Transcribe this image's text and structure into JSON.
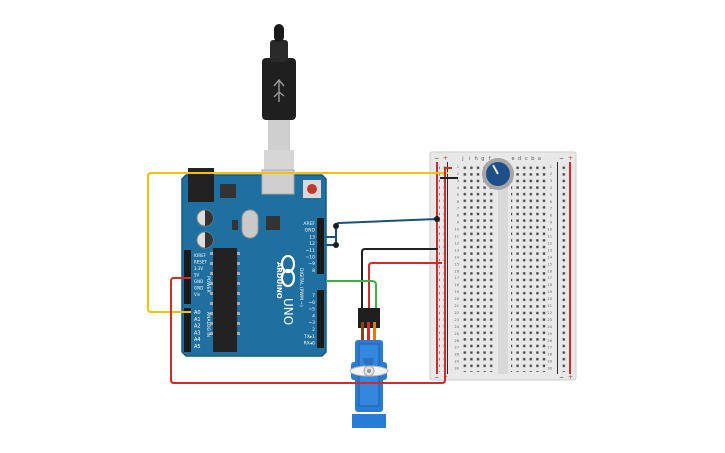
{
  "arduino": {
    "brand": "ARDUINO",
    "model": "UNO",
    "digital_header": "DIGITAL (PWM ~)",
    "power_header": "POWER",
    "analog_header": "ANALOG IN",
    "top_pin_labels": [
      "AREF",
      "GND",
      "13",
      "12",
      "~11",
      "~10",
      "~9",
      "8"
    ],
    "bottom_pin_labels": [
      "7",
      "~6",
      "~5",
      "4",
      "~3",
      "2",
      "TX▸1",
      "RX◂0"
    ],
    "power_pin_labels": [
      "IOREF",
      "RESET",
      "3.3V",
      "5V",
      "GND",
      "GND",
      "Vin"
    ],
    "analog_pin_labels": [
      "A0",
      "A1",
      "A2",
      "A3",
      "A4",
      "A5"
    ]
  },
  "breadboard": {
    "column_letters_left": [
      "j",
      "i",
      "h",
      "g",
      "f"
    ],
    "column_letters_right": [
      "e",
      "d",
      "c",
      "b",
      "a"
    ],
    "rail_plus": "+",
    "rail_minus": "−",
    "row_numbers": [
      "1",
      "2",
      "3",
      "4",
      "5",
      "6",
      "7",
      "8",
      "9",
      "10",
      "11",
      "12",
      "13",
      "14",
      "15",
      "16",
      "17",
      "18",
      "19",
      "20",
      "21",
      "22",
      "23",
      "24",
      "25",
      "26",
      "27",
      "28",
      "29",
      "30"
    ]
  },
  "colors": {
    "board_blue": "#1f6fa0",
    "wire_yellow": "#f4c20d",
    "wire_red": "#d42a2a",
    "wire_black": "#222222",
    "wire_blue": "#1e4f7a",
    "wire_green": "#3cb043",
    "servo_blue": "#2a7bd3",
    "breadboard": "#e8e8e8"
  },
  "icons": [
    "usb-cable-icon",
    "potentiometer-icon",
    "servo-icon"
  ]
}
